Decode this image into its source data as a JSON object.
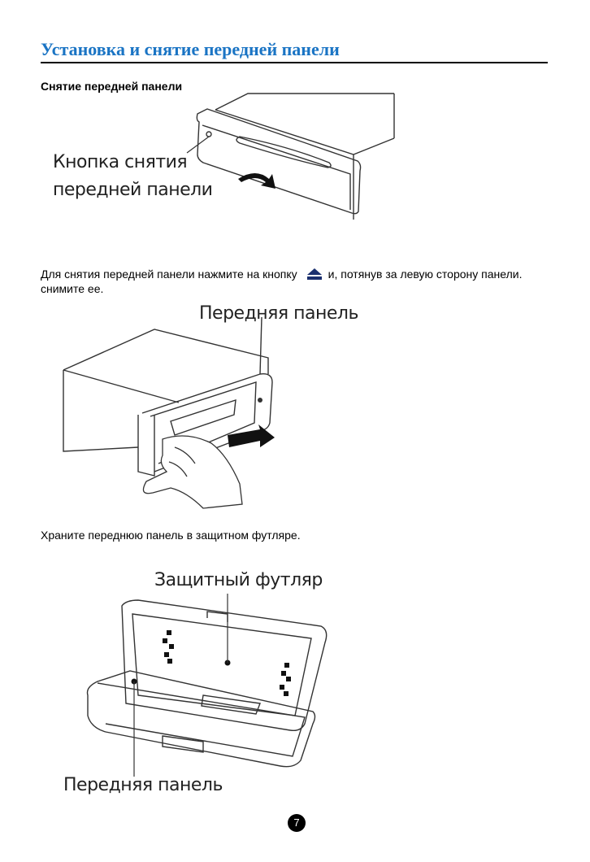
{
  "title": "Установка и снятие передней панели",
  "section": {
    "removal_heading": "Снятие передней панели"
  },
  "figure1": {
    "label_line1": "Кнопка снятия",
    "label_line2": "передней панели"
  },
  "instruction": {
    "before_icon": "Для снятия передней панели нажмите на кнопку",
    "icon": "eject-icon",
    "after_icon": "и, потянув за левую сторону панели. снимите ее."
  },
  "figure2": {
    "label": "Передняя панель"
  },
  "storage_note": "Храните переднюю панель в защитном футляре.",
  "figure3": {
    "label_case": "Защитный футляр",
    "label_panel": "Передняя панель"
  },
  "page_number": "7"
}
